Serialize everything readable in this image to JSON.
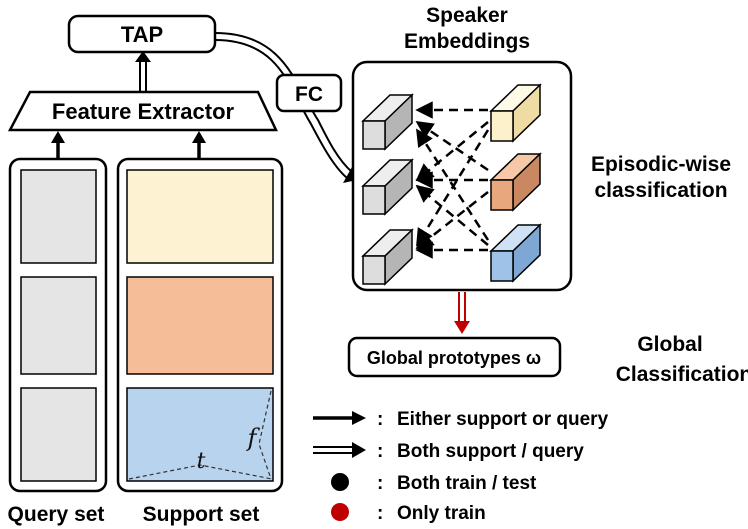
{
  "blocks": {
    "tap": "TAP",
    "feature_extractor": "Feature Extractor",
    "fc": "FC",
    "global_prototypes": "Global prototypes ω"
  },
  "sets": {
    "query": "Query set",
    "support": "Support set"
  },
  "axes": {
    "time": "t",
    "freq": "f"
  },
  "headings": {
    "speaker_embeddings_line1": "Speaker",
    "speaker_embeddings_line2": "Embeddings",
    "episodic_line1": "Episodic-wise",
    "episodic_line2": "classification",
    "global_line1": "Global",
    "global_line2": "Classification"
  },
  "legend": [
    {
      "sep": ":",
      "text": "Either support or query"
    },
    {
      "sep": ":",
      "text": "Both support / query"
    },
    {
      "sep": ":",
      "text": "Both train / test"
    },
    {
      "sep": ":",
      "text": "Only train"
    }
  ],
  "colors": {
    "query_fill": "#e5e5e5",
    "support_yellow": "#fdf3d2",
    "support_orange": "#f5be98",
    "support_blue": "#b8d3ee",
    "embedding_gray": "#d0d0d0",
    "embedding_yellow": "#fdf1cc",
    "embedding_orange": "#e9a77e",
    "embedding_blue": "#9fc3e8",
    "train_only_red": "#c00000",
    "both_black": "#000000"
  }
}
